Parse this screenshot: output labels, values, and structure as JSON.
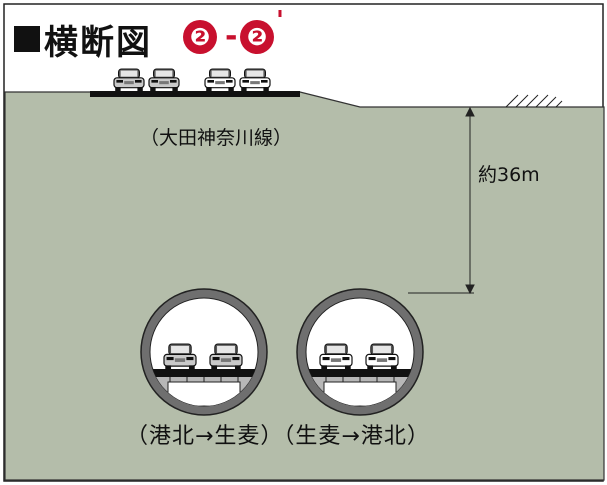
{
  "title": {
    "text": "横断図",
    "section_a": "❷",
    "section_dash": "-",
    "section_b": "❷",
    "section_prime": "'"
  },
  "labels": {
    "surface_road": "（大田神奈川線）",
    "depth": "約36m",
    "tunnels": "（港北→生麦）（生麦→港北）"
  },
  "colors": {
    "ground": "#b4bdaa",
    "accent_red": "#c8102e",
    "road": "#111111",
    "tunnel_ring": "#6f6f6f",
    "tunnel_inner": "#ffffff"
  },
  "icons": [
    "car-icon",
    "tunnel-segment-icon",
    "ground-hatch-icon"
  ]
}
